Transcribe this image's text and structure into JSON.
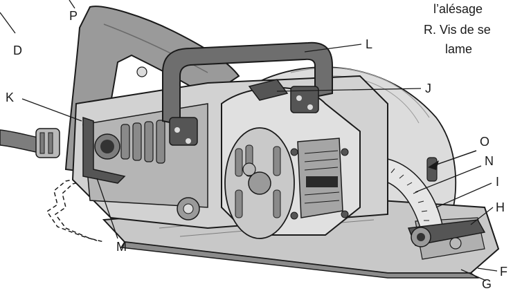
{
  "callouts": {
    "P": "P",
    "D": "D",
    "K": "K",
    "L": "L",
    "J": "J",
    "O": "O",
    "N": "N",
    "I": "I",
    "H": "H",
    "M": "M",
    "F": "F",
    "G": "G"
  },
  "legend_fragment": {
    "line1": "l’alésage",
    "line2": "R. Vis de se",
    "line3": "lame"
  },
  "colors": {
    "line": "#1a1a1a",
    "light": "#dcdcdc",
    "mid": "#b9b9b9",
    "dark": "#7d7d7d",
    "darker": "#555555"
  }
}
